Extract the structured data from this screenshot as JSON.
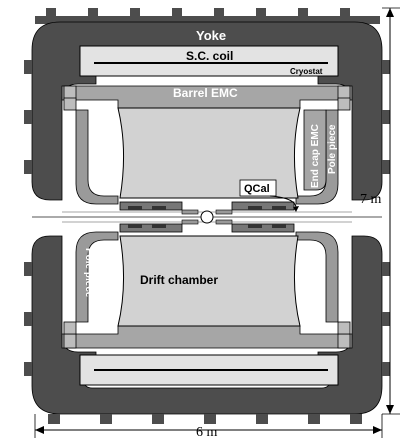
{
  "labels": {
    "yoke": "Yoke",
    "sc_coil": "S.C. coil",
    "cryostat": "Cryostat",
    "barrel_emc": "Barrel EMC",
    "end_cap_emc": "End cap EMC",
    "pole_piece_right": "Pole piece",
    "pole_piece_left": "Pole piece",
    "qcal": "QCal",
    "drift_chamber": "Drift chamber",
    "height_dim": "7 m",
    "width_dim": "6 m"
  },
  "colors": {
    "yoke": "#4d4d4d",
    "pole": "#9a9a9a",
    "emc": "#a6a6a6",
    "chamber": "#d2d2d2",
    "coil_box": "#e3e3e3",
    "outline": "#000000",
    "label_light": "#ffffff"
  }
}
